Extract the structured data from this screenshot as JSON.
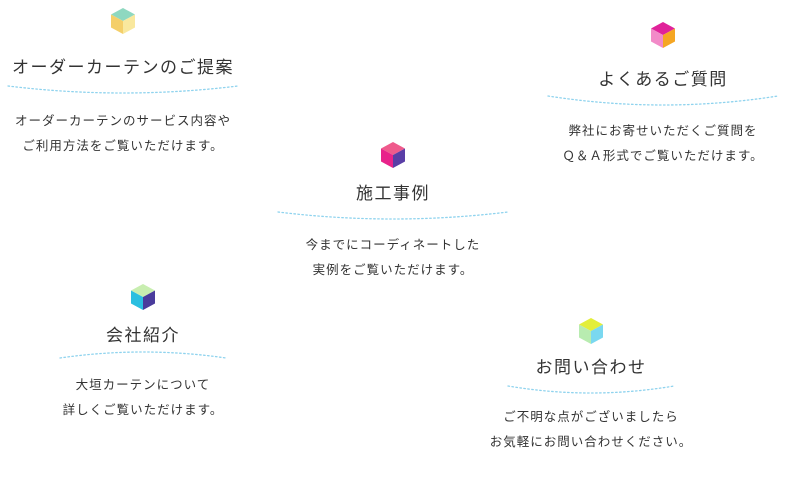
{
  "wave_color": "#8fd3ee",
  "cards": [
    {
      "title": "オーダーカーテンのご提案",
      "lines": [
        "オーダーカーテンのサービス内容や",
        "ご利用方法をご覧いただけます。"
      ],
      "cube": {
        "top": "#8ed8c0",
        "left": "#f4cf6a",
        "right": "#f9e89e"
      }
    },
    {
      "title": "よくあるご質問",
      "lines": [
        "弊社にお寄せいただくご質問を",
        "Ｑ＆Ａ形式でご覧いただけます。"
      ],
      "cube": {
        "top": "#e0229a",
        "left": "#f28ac8",
        "right": "#f5a623"
      }
    },
    {
      "title": "施工事例",
      "lines": [
        "今までにコーディネートした",
        "実例をご覧いただけます。"
      ],
      "cube": {
        "top": "#ef5a8c",
        "left": "#e8238a",
        "right": "#5a3ea6"
      }
    },
    {
      "title": "会社紹介",
      "lines": [
        "大垣カーテンについて",
        "詳しくご覧いただけます。"
      ],
      "cube": {
        "top": "#c8eeb0",
        "left": "#2bbfe0",
        "right": "#4a3c9c"
      }
    },
    {
      "title": "お問い合わせ",
      "lines": [
        "ご不明な点がございましたら",
        "お気軽にお問い合わせください。"
      ],
      "cube": {
        "top": "#e3ee3a",
        "left": "#b8ecb0",
        "right": "#7ad8f0"
      }
    }
  ]
}
